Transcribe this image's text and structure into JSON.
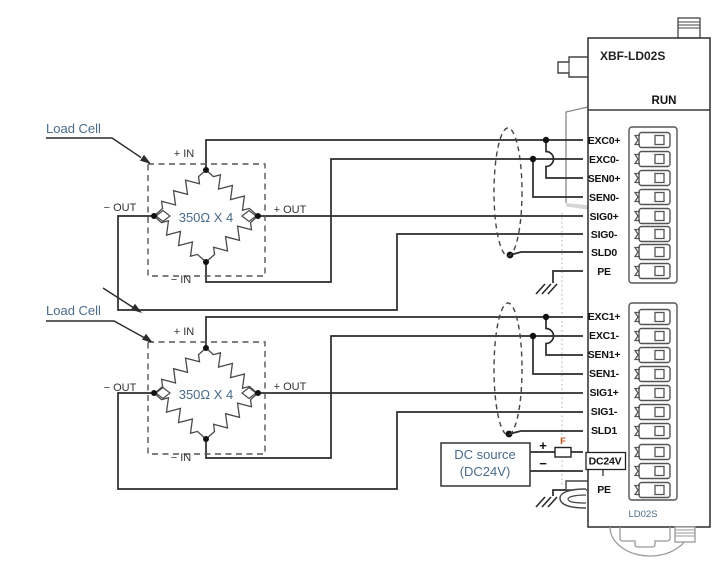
{
  "colors": {
    "accent_blue": "#4a6b8a",
    "wire": "#2b2b2b",
    "fuse_label_color": "#c2571a",
    "module_outline": "#3a3a3a",
    "terminal_gray": "#555555"
  },
  "left": {
    "load_cell_label": "Load Cell",
    "bridge_value": "350Ω X 4",
    "pin_plus_in": "+ IN",
    "pin_minus_in": "− IN",
    "pin_plus_out": "+ OUT",
    "pin_minus_out": "− OUT"
  },
  "dc_source": {
    "line1": "DC source",
    "line2": "(DC24V)",
    "plus": "+",
    "minus": "−",
    "fuse_label": "F"
  },
  "module": {
    "title": "XBF-LD02S",
    "status_led": "RUN",
    "footer": "LD02S",
    "ch0_terminals": [
      "EXC0+",
      "EXC0-",
      "SEN0+",
      "SEN0-",
      "SIG0+",
      "SIG0-",
      "SLD0",
      "PE"
    ],
    "ch1_terminals": [
      "EXC1+",
      "EXC1-",
      "SEN1+",
      "SEN1-",
      "SIG1+",
      "SIG1-",
      "SLD1",
      "DC24V",
      "PE"
    ]
  }
}
